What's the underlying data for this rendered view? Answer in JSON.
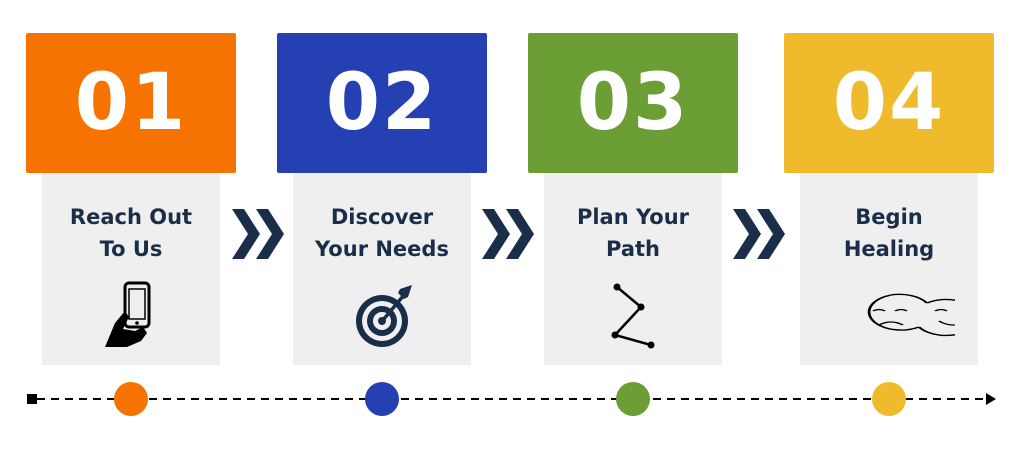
{
  "steps": [
    {
      "number": "01",
      "label_lines": [
        "Reach Out",
        "To Us"
      ],
      "color": "#f67201",
      "icon": "hand-phone-icon"
    },
    {
      "number": "02",
      "label_lines": [
        "Discover",
        "Your Needs"
      ],
      "color": "#2440b3",
      "icon": "target-icon"
    },
    {
      "number": "03",
      "label_lines": [
        "Plan Your",
        "Path"
      ],
      "color": "#6b9e35",
      "icon": "path-icon"
    },
    {
      "number": "04",
      "label_lines": [
        "Begin",
        "Healing"
      ],
      "color": "#efbb2d",
      "icon": "sad-happy-faces-icon"
    }
  ],
  "arrow_icon": "double-chevron-right-icon",
  "text_color": "#1a2e4a",
  "card_color": "#efefef"
}
